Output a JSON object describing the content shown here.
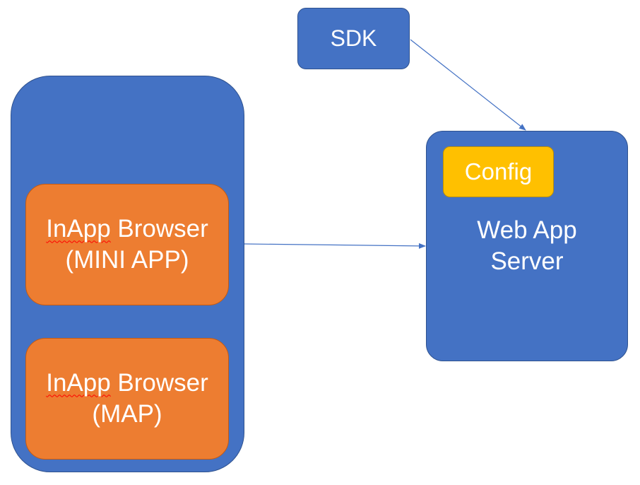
{
  "nodes": {
    "sdk": {
      "label": "SDK"
    },
    "client": {
      "mini_app": {
        "word1": "InApp",
        "word2": " Browser",
        "line2": "(MINI APP)"
      },
      "map": {
        "word1": "InApp",
        "word2": " Browser",
        "line2": "(MAP)"
      }
    },
    "server": {
      "line1": "Web App",
      "line2": "Server"
    },
    "config": {
      "label": "Config"
    }
  },
  "colors": {
    "shape_fill_blue": "#4472c4",
    "shape_fill_orange": "#ed7d31",
    "shape_fill_gold": "#ffc000",
    "connector": "#4472c4",
    "text": "#ffffff"
  },
  "connectors": [
    {
      "from": "sdk",
      "to": "server"
    },
    {
      "from": "client",
      "to": "server"
    }
  ]
}
